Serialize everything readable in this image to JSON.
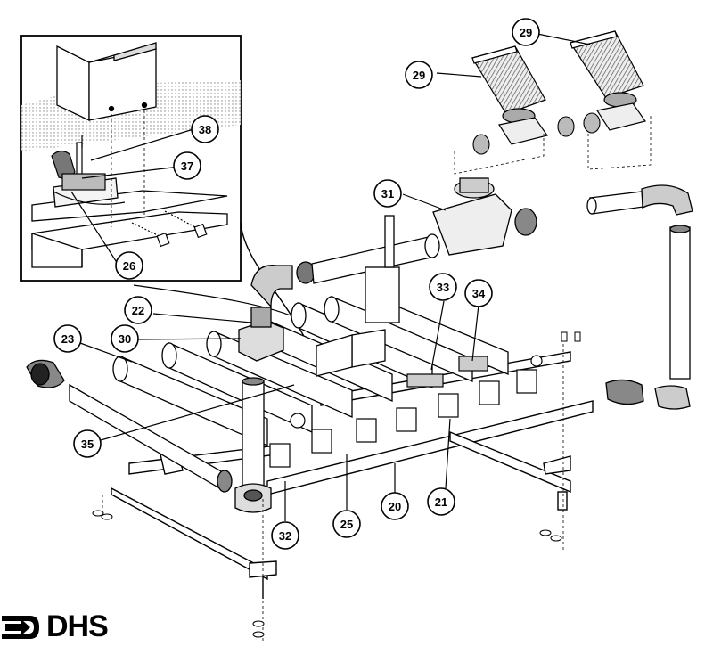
{
  "callouts": [
    {
      "id": "29a",
      "label": "29"
    },
    {
      "id": "29b",
      "label": "29"
    },
    {
      "id": "31",
      "label": "31"
    },
    {
      "id": "38",
      "label": "38"
    },
    {
      "id": "37",
      "label": "37"
    },
    {
      "id": "26",
      "label": "26"
    },
    {
      "id": "22",
      "label": "22"
    },
    {
      "id": "30",
      "label": "30"
    },
    {
      "id": "23",
      "label": "23"
    },
    {
      "id": "33",
      "label": "33"
    },
    {
      "id": "34",
      "label": "34"
    },
    {
      "id": "35",
      "label": "35"
    },
    {
      "id": "32",
      "label": "32"
    },
    {
      "id": "25",
      "label": "25"
    },
    {
      "id": "20",
      "label": "20"
    },
    {
      "id": "21",
      "label": "21"
    }
  ],
  "logo": {
    "text": "DHS"
  }
}
